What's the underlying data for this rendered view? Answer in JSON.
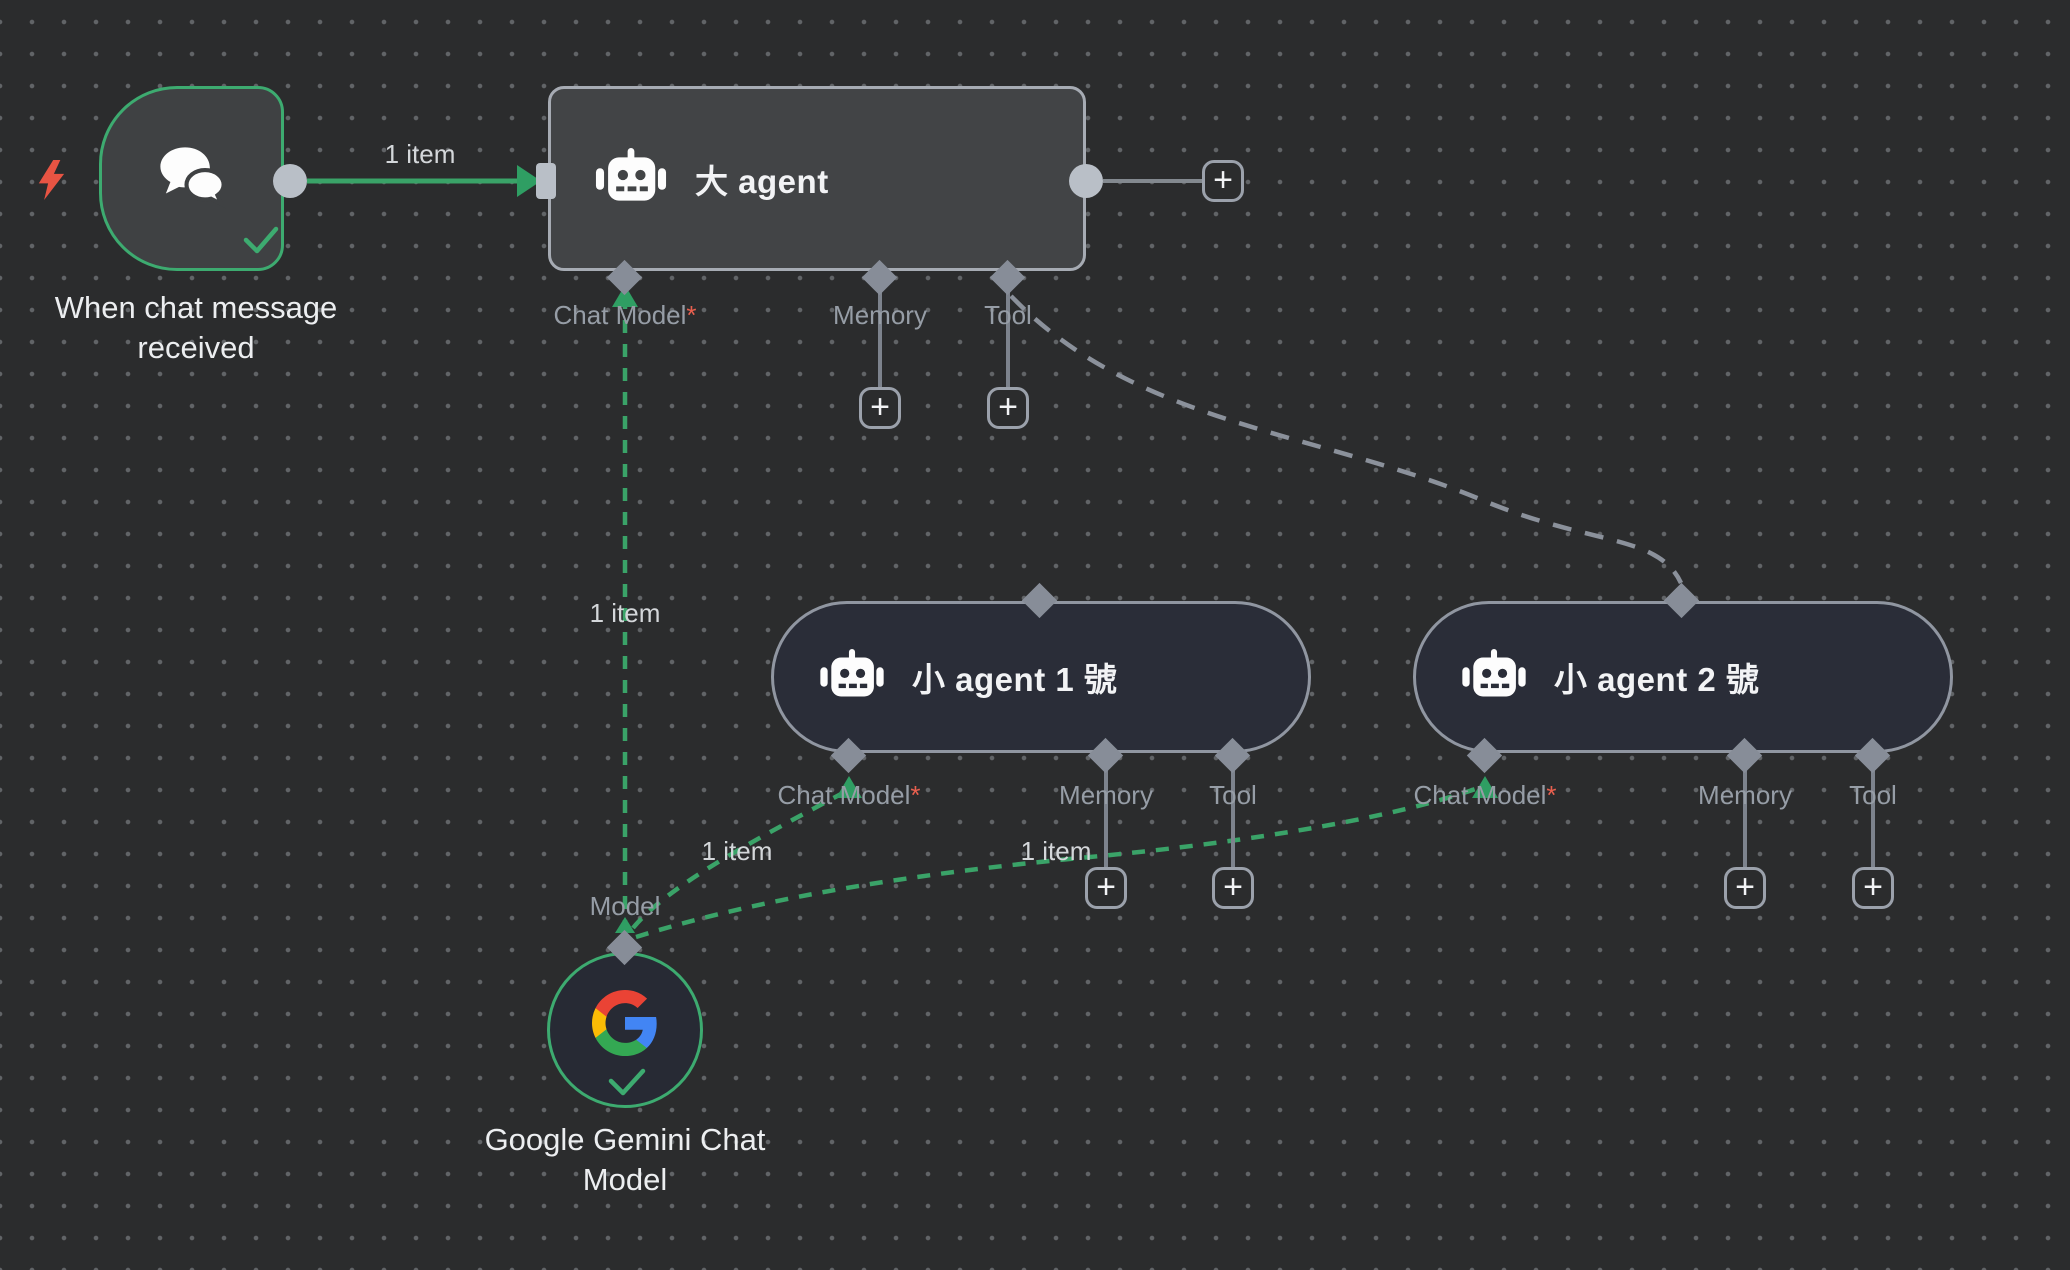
{
  "app": {
    "view": "workflow-canvas"
  },
  "colors": {
    "canvas_bg": "#2b2c2d",
    "accent_green": "#3dab70",
    "connector_gray": "#878d98",
    "node_border_gray": "#9aa0a8",
    "required_red": "#e9604f",
    "bolt_red": "#e85443"
  },
  "icons": {
    "trigger": "chat-bubbles-icon",
    "agents": "robot-icon",
    "model": "google-g-icon",
    "canvas_corner": "lightning-bolt-icon",
    "add": "plus-icon",
    "success": "checkmark-icon"
  },
  "ports": {
    "chat_model": "Chat Model",
    "required_mark": "*",
    "memory": "Memory",
    "tool": "Tool",
    "model": "Model",
    "add": "+"
  },
  "nodes": {
    "trigger": {
      "label": "When chat message received",
      "status": "success"
    },
    "big_agent": {
      "title": "大 agent"
    },
    "small_agent_1": {
      "title": "小 agent 1 號"
    },
    "small_agent_2": {
      "title": "小 agent 2 號"
    },
    "gemini": {
      "label": "Google Gemini Chat Model",
      "status": "success"
    }
  },
  "edges": {
    "connections": [
      {
        "from": "trigger",
        "to": "big_agent",
        "label": "1 item",
        "style": "solid-green"
      },
      {
        "from": "gemini.model",
        "to": "big_agent.chat_model",
        "label": "1 item",
        "style": "dashed-green"
      },
      {
        "from": "gemini.model",
        "to": "small_agent_1.chat_model",
        "label": "1 item",
        "style": "dashed-green"
      },
      {
        "from": "gemini.model",
        "to": "small_agent_2.chat_model",
        "label": "1 item",
        "style": "dashed-green"
      },
      {
        "from": "big_agent.tool",
        "to": "small_agent_2",
        "label": "",
        "style": "dashed-gray"
      }
    ]
  }
}
